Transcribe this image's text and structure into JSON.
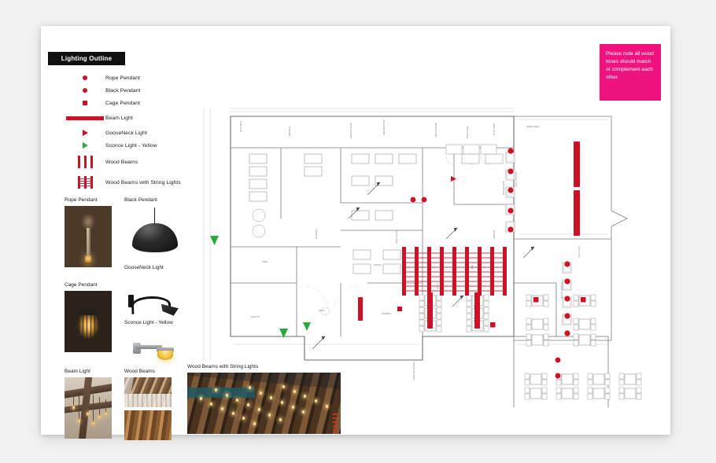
{
  "document": {
    "title": "Lighting Outline"
  },
  "note": {
    "text": "Please note all wood tones should match or complement each other.",
    "color": "#ee137f"
  },
  "colors": {
    "marker_red": "#cf1126",
    "marker_green": "#2aa93d",
    "title_bg": "#101010",
    "page_bg": "#ffffff",
    "canvas_bg": "#f2f2f2"
  },
  "legend": {
    "items": [
      {
        "label": "Rope Pendant",
        "icon": "circle-marker-icon",
        "color": "#cf1126"
      },
      {
        "label": "Black Pendant",
        "icon": "circle-marker-icon",
        "color": "#cf1126"
      },
      {
        "label": "Cage Pendant",
        "icon": "square-marker-icon",
        "color": "#cf1126"
      },
      {
        "label": "Beam Light",
        "icon": "horizontal-bar-icon",
        "color": "#cf1126"
      },
      {
        "label": "GooseNeck Light",
        "icon": "triangle-marker-icon",
        "color": "#cf1126"
      },
      {
        "label": "Sconce Light - Yellow",
        "icon": "triangle-marker-icon",
        "color": "#2aa93d"
      },
      {
        "label": "Wood Beams",
        "icon": "beam-group-icon",
        "color": "#cf1126"
      },
      {
        "label": "Wood Beams with String Lights",
        "icon": "beam-group-string-icon",
        "color": "#cf1126"
      }
    ]
  },
  "product_cards": [
    {
      "label": "Rope Pendant",
      "image": "rope-pendant-photo"
    },
    {
      "label": "Black Pendant",
      "image": "black-pendant-photo"
    },
    {
      "label": "Cage Pendant",
      "image": "cage-pendant-photo"
    },
    {
      "label": "GooseNeck Light",
      "image": "gooseneck-light-photo"
    },
    {
      "label": "Sconce Light - Yellow",
      "image": "sconce-light-photo"
    },
    {
      "label": "Beam Light",
      "image": "beam-light-photo"
    },
    {
      "label": "Wood Beams",
      "image": "wood-beams-photo"
    },
    {
      "label": "Wood Beams with String Lights",
      "image": "wood-beams-string-lights-photo"
    }
  ],
  "floor_plan": {
    "name": "restaurant-lighting-floor-plan",
    "annotations": {
      "rope_pendant_count": 12,
      "cage_pendant_count": 4,
      "beam_light_count": 6,
      "wood_beam_group_count": 9,
      "sconce_light_count": 3
    }
  }
}
